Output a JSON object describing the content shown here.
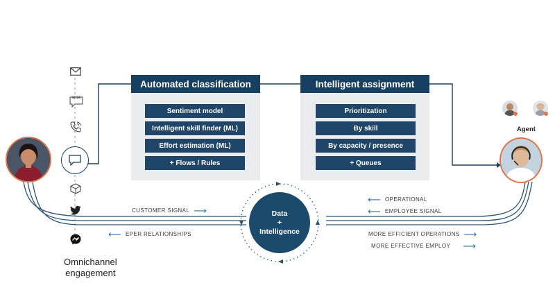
{
  "panels": {
    "classification": {
      "title": "Automated classification",
      "items": [
        "Sentiment model",
        "Intelligent skill finder (ML)",
        "Effort estimation (ML)",
        "+ Flows / Rules"
      ]
    },
    "assignment": {
      "title": "Intelligent assignment",
      "items": [
        "Prioritization",
        "By skill",
        "By capacity / presence",
        "+ Queues"
      ]
    }
  },
  "center": {
    "line1": "Data",
    "line2": "+",
    "line3": "Intelligence"
  },
  "signals": {
    "customer_signal": "CUSTOMER SIGNAL",
    "customer_relationships": "EPER RELATIONSHIPS",
    "operational": "OPERATIONAL",
    "employee_signal": "EMPLOYEE SIGNAL",
    "efficient_operations": "MORE EFFICIENT OPERATIONS",
    "effective_employ": "MORE EFFECTIVE EMPLOY"
  },
  "channels": [
    "email-icon",
    "sms-icon",
    "phone-icon",
    "chat-icon",
    "package-icon",
    "twitter-icon",
    "messenger-icon"
  ],
  "sms_text": "SMS",
  "omnichannel": {
    "line1": "Omnichannel",
    "line2": "engagement"
  },
  "agent_label": "Agent",
  "colors": {
    "navy": "#163f62",
    "item": "#1f4668",
    "panel": "#ebecee",
    "arrow": "#2f6fb0",
    "avatar_ring": "#e0744a"
  }
}
